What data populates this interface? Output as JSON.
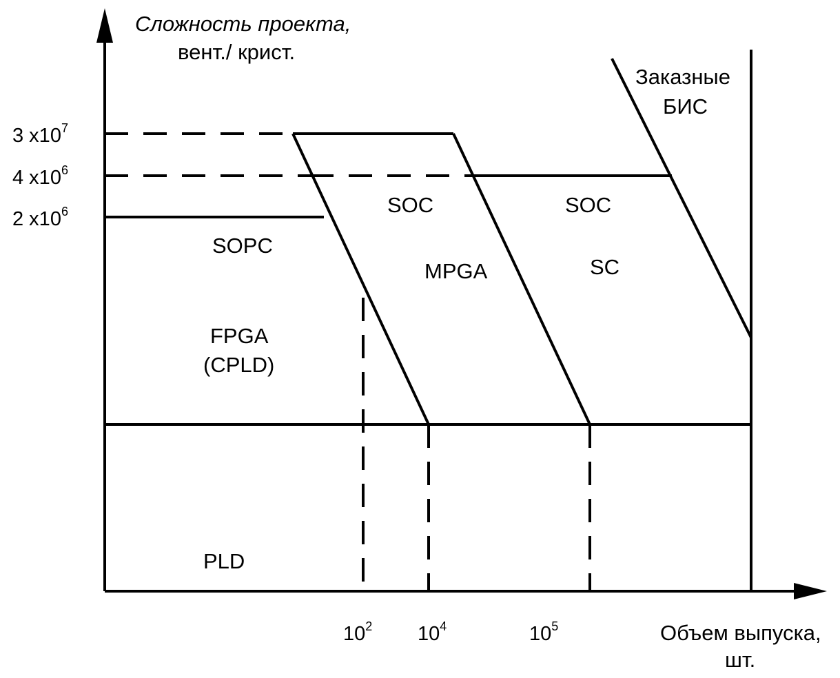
{
  "y_axis": {
    "title_line1": "Сложность проекта,",
    "title_line2": "вент./ крист."
  },
  "x_axis": {
    "title_line1": "Объем выпуска,",
    "title_line2": "шт."
  },
  "y_ticks": [
    {
      "mant": "3 x10",
      "exp": "7"
    },
    {
      "mant": "4 x10",
      "exp": "6"
    },
    {
      "mant": "2 x10",
      "exp": "6"
    }
  ],
  "x_ticks": [
    {
      "mant": "10",
      "exp": "2"
    },
    {
      "mant": "10",
      "exp": "4"
    },
    {
      "mant": "10",
      "exp": "5"
    }
  ],
  "regions": {
    "sopc": "SOPC",
    "fpga": "FPGA",
    "cpld": "(CPLD)",
    "pld": "PLD",
    "soc_mid": "SOC",
    "mpga": "MPGA",
    "soc_right": "SOC",
    "sc": "SC",
    "custom_line1": "Заказные",
    "custom_line2": "БИС"
  }
}
